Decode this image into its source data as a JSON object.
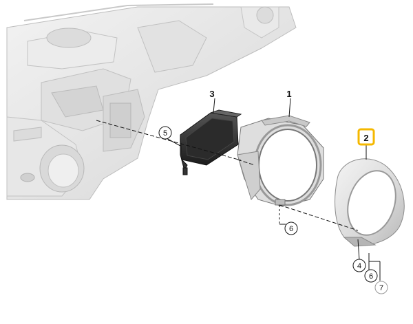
{
  "callouts": {
    "part_1": "1",
    "part_2": "2",
    "part_3": "3",
    "ref_5": "5",
    "ref_6_upper": "6",
    "ref_4": "4",
    "ref_6_lower": "6",
    "ref_7": "7"
  },
  "colors": {
    "highlight_border": "#f5b800",
    "part_light": "#e6e6e6",
    "part_mid": "#c8c8c8",
    "part_dark": "#2a2a2a",
    "line": "#111111"
  }
}
